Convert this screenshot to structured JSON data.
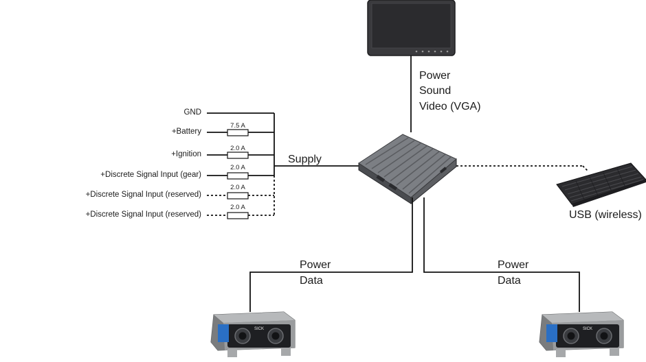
{
  "diagram": {
    "signals": [
      {
        "label": "GND",
        "fuse": "",
        "style": "solid"
      },
      {
        "label": "+Battery",
        "fuse": "7.5 A",
        "style": "solid"
      },
      {
        "label": "+Ignition",
        "fuse": "2.0 A",
        "style": "solid"
      },
      {
        "label": "+Discrete Signal Input (gear)",
        "fuse": "2.0 A",
        "style": "solid"
      },
      {
        "label": "+Discrete Signal Input (reserved)",
        "fuse": "2.0 A",
        "style": "dashed"
      },
      {
        "label": "+Discrete Signal Input (reserved)",
        "fuse": "2.0 A",
        "style": "dashed"
      }
    ],
    "supply_label": "Supply",
    "monitor_link": [
      "Power",
      "Sound",
      "Video (VGA)"
    ],
    "keyboard_link": "USB (wireless)",
    "sensor_left_link": [
      "Power",
      "Data"
    ],
    "sensor_right_link": [
      "Power",
      "Data"
    ],
    "sensor_logo": "SICK",
    "colors": {
      "line": "#111111",
      "accent": "#2a6fc4",
      "housing": "#8a8c8e"
    }
  }
}
